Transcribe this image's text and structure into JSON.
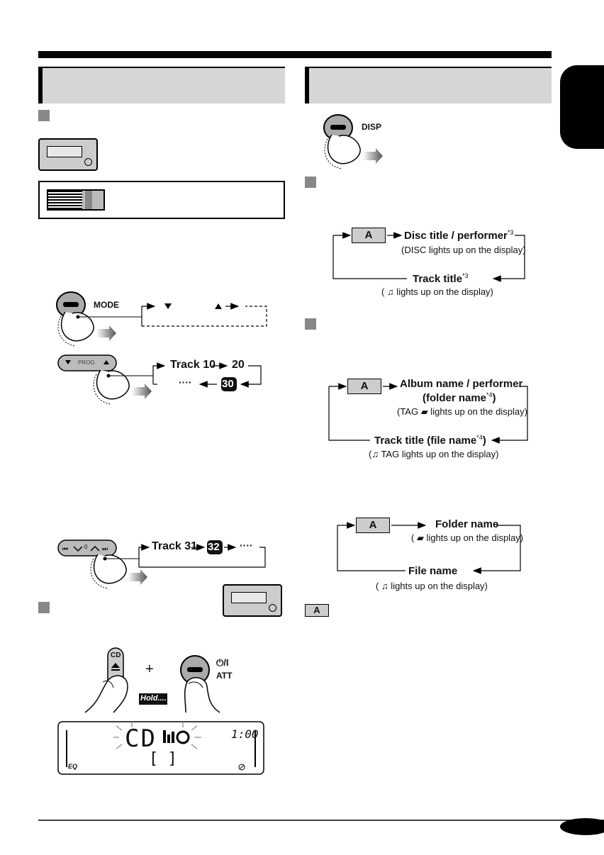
{
  "flows": {
    "disc": {
      "box": "A",
      "item1": "Disc title / performer",
      "item1_note": "*3",
      "item1_sub": "(DISC lights up on the display)",
      "item2": "Track title",
      "item2_note": "*3",
      "item2_sub": "( ♫ lights up on the display)"
    },
    "tag": {
      "box": "A",
      "item1a": "Album name / performer",
      "item1b": "(folder name",
      "item1b_note": "*4",
      "item1b_end": ")",
      "item1_sub": "(TAG ▰ lights up on the display)",
      "item2": "Track title (file name",
      "item2_note": "*4",
      "item2_end": ")",
      "item2_sub": "(♫ TAG lights up on the display)"
    },
    "folder": {
      "box": "A",
      "item1": "Folder name",
      "item1_sub": "( ▰ lights up on the display)",
      "item2": "File name",
      "item2_sub": "( ♫ lights up on the display)"
    }
  },
  "legend_box": "A",
  "buttons": {
    "disp": "DISP",
    "mode": "MODE",
    "prog": "PROG",
    "cd": "CD",
    "power": "⏻/I",
    "att": "ATT",
    "hold": "Hold...."
  },
  "track_seq_1": {
    "a": "Track 10",
    "b": "20",
    "c": "30",
    "dots": "····"
  },
  "track_seq_2": {
    "a": "Track 31",
    "b": "32",
    "dots": "····"
  },
  "lcd": {
    "main": "CD",
    "time": "1:00",
    "sub": "[ ]",
    "eq": "EQ"
  },
  "plus": "+",
  "seek_center": "0"
}
